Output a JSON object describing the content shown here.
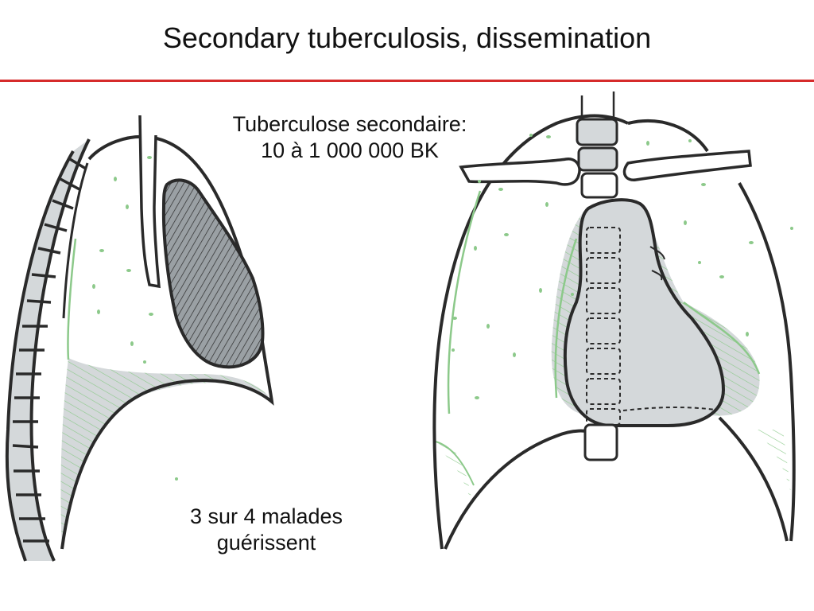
{
  "header": {
    "title": "Secondary tuberculosis, dissemination"
  },
  "annotations": {
    "top_line1": "Tuberculose secondaire:",
    "top_line2": "10 à 1 000 000 BK",
    "bottom_line1": "3 sur 4 malades",
    "bottom_line2": "guérissent"
  },
  "colors": {
    "rule": "#d62b2b",
    "ink": "#2a2a2a",
    "fill_gray": "#d4d8da",
    "dark_fill": "#9aa0a4",
    "green": "#8cc98a"
  }
}
